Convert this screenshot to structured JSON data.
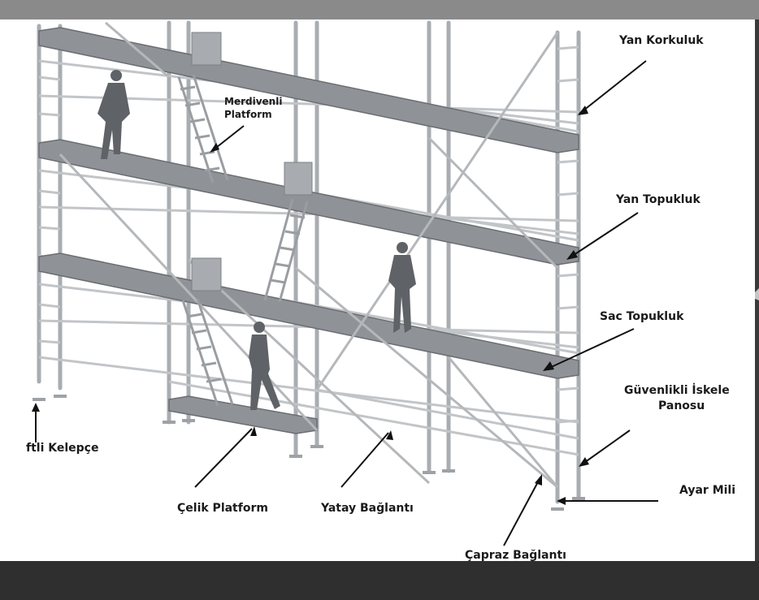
{
  "labels": {
    "side_guardrail": "Yan Korkuluk",
    "ladder_platform_line1": "Merdivenli",
    "ladder_platform_line2": "Platform",
    "side_toeboard": "Yan Topukluk",
    "sheet_toeboard": "Sac Topukluk",
    "safety_panel_line1": "Güvenlikli İskele",
    "safety_panel_line2": "Panosu",
    "coupler": "ftli Kelepçe",
    "steel_platform": "Çelik Platform",
    "horizontal_brace": "Yatay Bağlantı",
    "adjustment_rod": "Ayar Mili",
    "cross_brace": "Çapraz Bağlantı"
  },
  "colors": {
    "frame_background": "#ffffff",
    "outer_background": "#3a3a3a",
    "steel": "#b9bcbf",
    "deck": "#8f9397",
    "deck_edge": "#6a6e72",
    "person": "#5f6266",
    "arrow": "#111111",
    "label": "#1a1a1a"
  }
}
